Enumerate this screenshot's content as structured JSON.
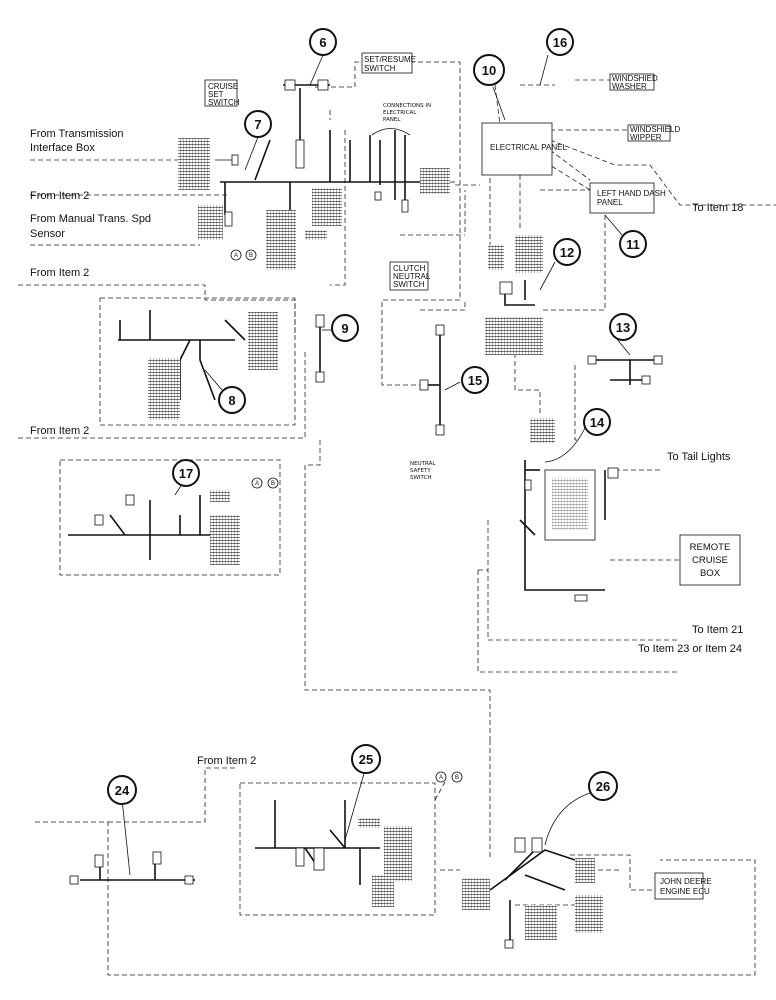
{
  "labels": {
    "from_transmission_1": "From Transmission",
    "from_transmission_2": "Interface Box",
    "from_item2_a": "From Item 2",
    "from_manual_1": "From Manual Trans. Spd",
    "from_manual_2": "Sensor",
    "from_item2_b": "From Item 2",
    "from_item2_c": "From Item 2",
    "to_item18": "To Item 18",
    "to_tail_lights": "To Tail Lights",
    "to_item21": "To Item 21",
    "to_item23_24": "To Item 23 or Item 24",
    "from_item2_d": "From Item 2"
  },
  "boxes": {
    "cruise_set_1": "CRUISE",
    "cruise_set_2": "SET",
    "cruise_set_3": "SWITCH",
    "set_resume_1": "SET/RESUME",
    "set_resume_2": "SWITCH",
    "electrical_panel": "ELECTRICAL PANEL",
    "windshield_washer_1": "WINDSHIED",
    "windshield_washer_2": "WASHER",
    "windshield_wiper_1": "WINDSHIELD",
    "windshield_wiper_2": "WIPPER",
    "left_dash_1": "LEFT HAND DASH",
    "left_dash_2": "PANEL",
    "clutch_1": "CLUTCH",
    "clutch_2": "NEUTRAL",
    "clutch_3": "SWITCH",
    "remote_cruise_1": "REMOTE",
    "remote_cruise_2": "CRUISE",
    "remote_cruise_3": "BOX",
    "deere_ecu_1": "JOHN DEERE",
    "deere_ecu_2": "ENGINE ECU",
    "connections_1": "CONNECTIONS IN",
    "connections_2": "ELECTRICAL",
    "connections_3": "PANEL",
    "neutral_safety_1": "NEUTRAL",
    "neutral_safety_2": "SAFETY",
    "neutral_safety_3": "SWITCH"
  },
  "callouts": [
    "6",
    "7",
    "8",
    "9",
    "10",
    "11",
    "12",
    "13",
    "14",
    "15",
    "16",
    "17",
    "24",
    "25",
    "26"
  ],
  "letters": {
    "a": "A",
    "b": "B"
  }
}
